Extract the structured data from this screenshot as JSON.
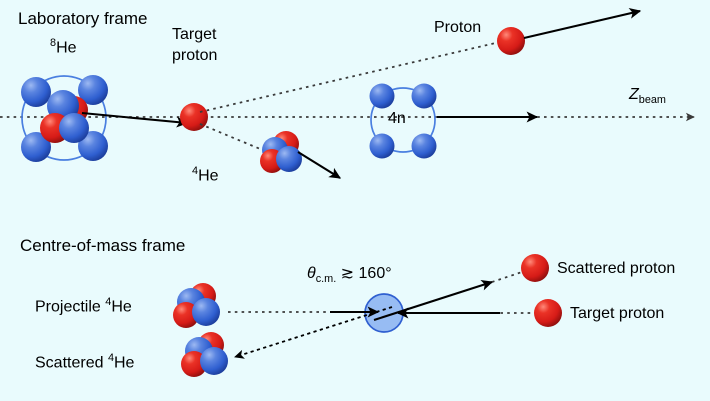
{
  "figure": {
    "background_color": "#e9fbfd",
    "proton_color": "#d61b17",
    "neutron_color": "#2f5fd0",
    "outline_color": "#4a7fe0",
    "cm_circle_fill": "#8fb6f2",
    "line_color": "#000000"
  },
  "panels": {
    "lab": {
      "title": "Laboratory frame",
      "labels": {
        "he8_mass": "8",
        "he8_symbol": "He",
        "target_line1": "Target",
        "target_line2": "proton",
        "he4_mass": "4",
        "he4_symbol": "He",
        "four_n": "4n",
        "proton": "Proton",
        "z_axis_symbol": "Z",
        "z_axis_subscript": "beam"
      }
    },
    "cm": {
      "title": "Centre-of-mass frame",
      "labels": {
        "projectile_prefix": "Projectile ",
        "projectile_mass": "4",
        "projectile_symbol": "He",
        "scattered_prefix": "Scattered ",
        "scattered_mass": "4",
        "scattered_symbol": "He",
        "angle_theta": "θ",
        "angle_subscript": "c.m.",
        "angle_relation": " ≳ 160°",
        "scattered_proton": "Scattered proton",
        "target_proton": "Target proton"
      }
    }
  }
}
